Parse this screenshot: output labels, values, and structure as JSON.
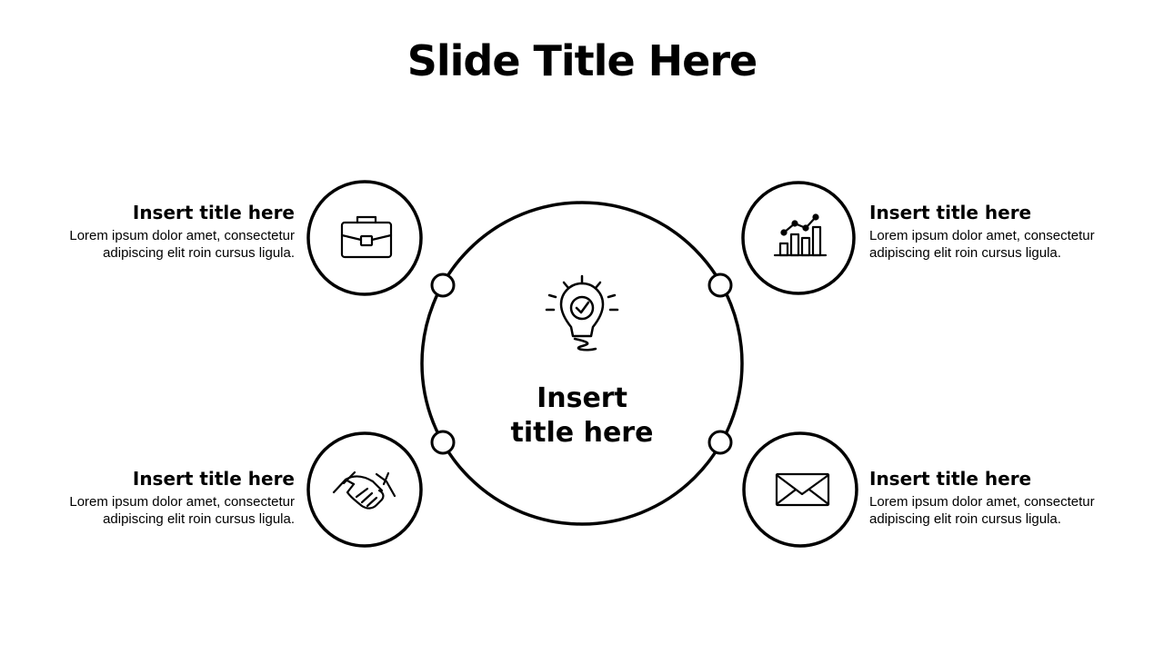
{
  "slide": {
    "title": "Slide Title Here",
    "center": {
      "title": "Insert\ntitle here",
      "icon": "lightbulb-check-icon"
    },
    "items": [
      {
        "id": "top-left",
        "icon": "briefcase-icon",
        "title": "Insert title here",
        "description": "Lorem ipsum dolor amet, consectetur \nadipiscing elit roin cursus ligula."
      },
      {
        "id": "top-right",
        "icon": "bar-chart-growth-icon",
        "title": "Insert title here",
        "description": "Lorem ipsum dolor amet, consectetur\nadipiscing elit roin cursus ligula."
      },
      {
        "id": "bottom-left",
        "icon": "handshake-icon",
        "title": "Insert title here",
        "description": "Lorem ipsum dolor amet, consectetur \nadipiscing elit roin cursus ligula."
      },
      {
        "id": "bottom-right",
        "icon": "envelope-icon",
        "title": "Insert title here",
        "description": "Lorem ipsum dolor amet, consectetur\nadipiscing elit roin cursus ligula."
      }
    ]
  },
  "colors": {
    "stroke": "#000000",
    "background": "#ffffff"
  }
}
